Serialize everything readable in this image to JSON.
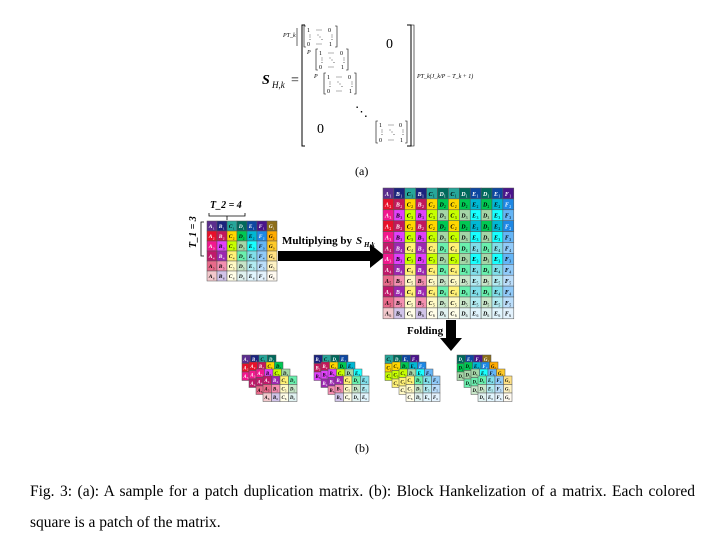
{
  "figure": {
    "part_a": {
      "label": "(a)",
      "lhs": "S_{H,k} =",
      "lhs_main": "S",
      "lhs_sub": "H,k",
      "equals": "=",
      "zero": "0",
      "dots_vertical": "⋮",
      "dots_horizontal": "⋯",
      "dots_diagonal": "⋱",
      "one": "1",
      "pt_label": "PT_k",
      "p_label": "P",
      "right_note": "PT_k(J_k/P − T_k + 1)"
    },
    "part_b": {
      "label": "(b)",
      "t2_label": "T_2 = 4",
      "t1_label": "T_1 = 3",
      "arrow_label": "Multiplying by",
      "arrow_matrix": "S",
      "arrow_matrix_sub": "H,k",
      "folding_label": "Folding",
      "source_grid": {
        "rows": [
          [
            "A1",
            "B1",
            "C1",
            "D1",
            "E1",
            "F1",
            "G1"
          ],
          [
            "A2",
            "B2",
            "C2",
            "D2",
            "E2",
            "F2",
            "G2"
          ],
          [
            "A3",
            "B3",
            "C3",
            "D3",
            "E3",
            "F3",
            "G3"
          ],
          [
            "A4",
            "B4",
            "C4",
            "D4",
            "E4",
            "F4",
            "G4"
          ],
          [
            "A5",
            "B5",
            "C5",
            "D5",
            "E5",
            "F5",
            "G5"
          ],
          [
            "A6",
            "B6",
            "C6",
            "D6",
            "E6",
            "F6",
            "G6"
          ]
        ]
      },
      "colors": {
        "A": [
          "#5b2d8e",
          "#e8102a",
          "#f2188e",
          "#c0186a",
          "#e86a8a",
          "#f2c8cc"
        ],
        "B": [
          "#1a237e",
          "#c2185b",
          "#e040fb",
          "#9c27b0",
          "#f48fb1",
          "#d1c4e9"
        ],
        "C": [
          "#26a69a",
          "#ffd600",
          "#c6ff00",
          "#fff176",
          "#fff9c4",
          "#fffde7"
        ],
        "D": [
          "#00695c",
          "#00c853",
          "#a5d6a7",
          "#69f0ae",
          "#c8e6c9",
          "#e0f2f1"
        ],
        "E": [
          "#0d47a1",
          "#00b8d4",
          "#18ffff",
          "#80deea",
          "#b2ebf2",
          "#e1f5fe"
        ],
        "F": [
          "#4a148c",
          "#1e88e5",
          "#64b5f6",
          "#90caf9",
          "#bbdefb",
          "#e3f2fd"
        ],
        "G": [
          "#8d6e1a",
          "#ffab00",
          "#ffca28",
          "#ffe082",
          "#fff3c4",
          "#fffaf0"
        ]
      }
    },
    "caption": "Fig. 3: (a): A sample for a patch duplication matrix. (b): Block Hankelization of a matrix. Each colored square is a patch of the matrix."
  }
}
